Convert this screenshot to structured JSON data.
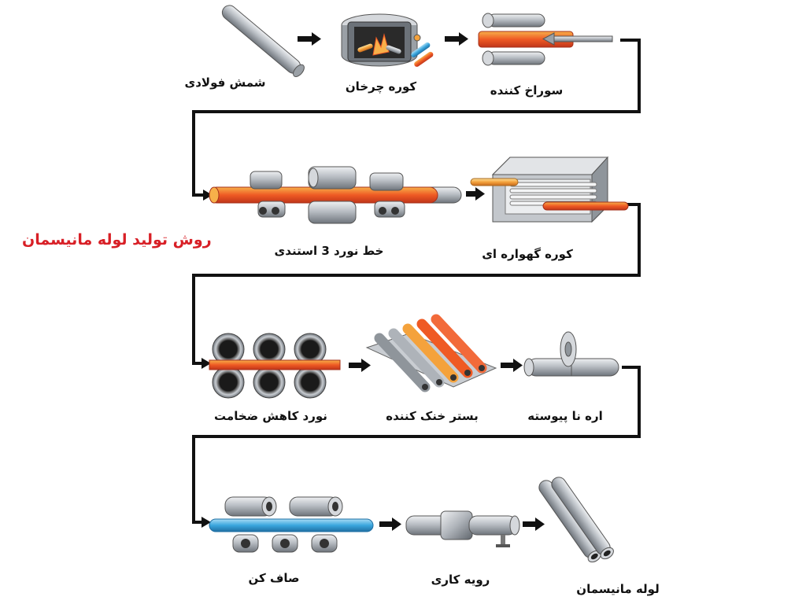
{
  "title": "روش تولید لوله مانیسمان",
  "title_color": "#d81f26",
  "steps": [
    {
      "label": "شمش فولادی",
      "icon": "steel-billet-icon"
    },
    {
      "label": "کوره چرخان",
      "icon": "rotary-furnace-icon"
    },
    {
      "label": "سوراخ کننده",
      "icon": "piercer-icon"
    },
    {
      "label": "خط نورد 3 استندی",
      "icon": "three-stand-rolling-icon"
    },
    {
      "label": "کوره گهواره ای",
      "icon": "cradle-furnace-icon"
    },
    {
      "label": "نورد کاهش ضخامت",
      "icon": "reducing-mill-icon"
    },
    {
      "label": "بستر خنک کننده",
      "icon": "cooling-bed-icon"
    },
    {
      "label": "اره نا پیوسته",
      "icon": "saw-icon"
    },
    {
      "label": "صاف کن",
      "icon": "straightener-icon"
    },
    {
      "label": "رویه کاری",
      "icon": "facing-icon"
    },
    {
      "label": "لوله مانیسمان",
      "icon": "seamless-pipe-icon"
    }
  ],
  "colors": {
    "hot": "#ef5a24",
    "hot_light": "#f7b04a",
    "cool": "#3aa6dd",
    "steel": "#b9bec4",
    "connector": "#111111"
  }
}
